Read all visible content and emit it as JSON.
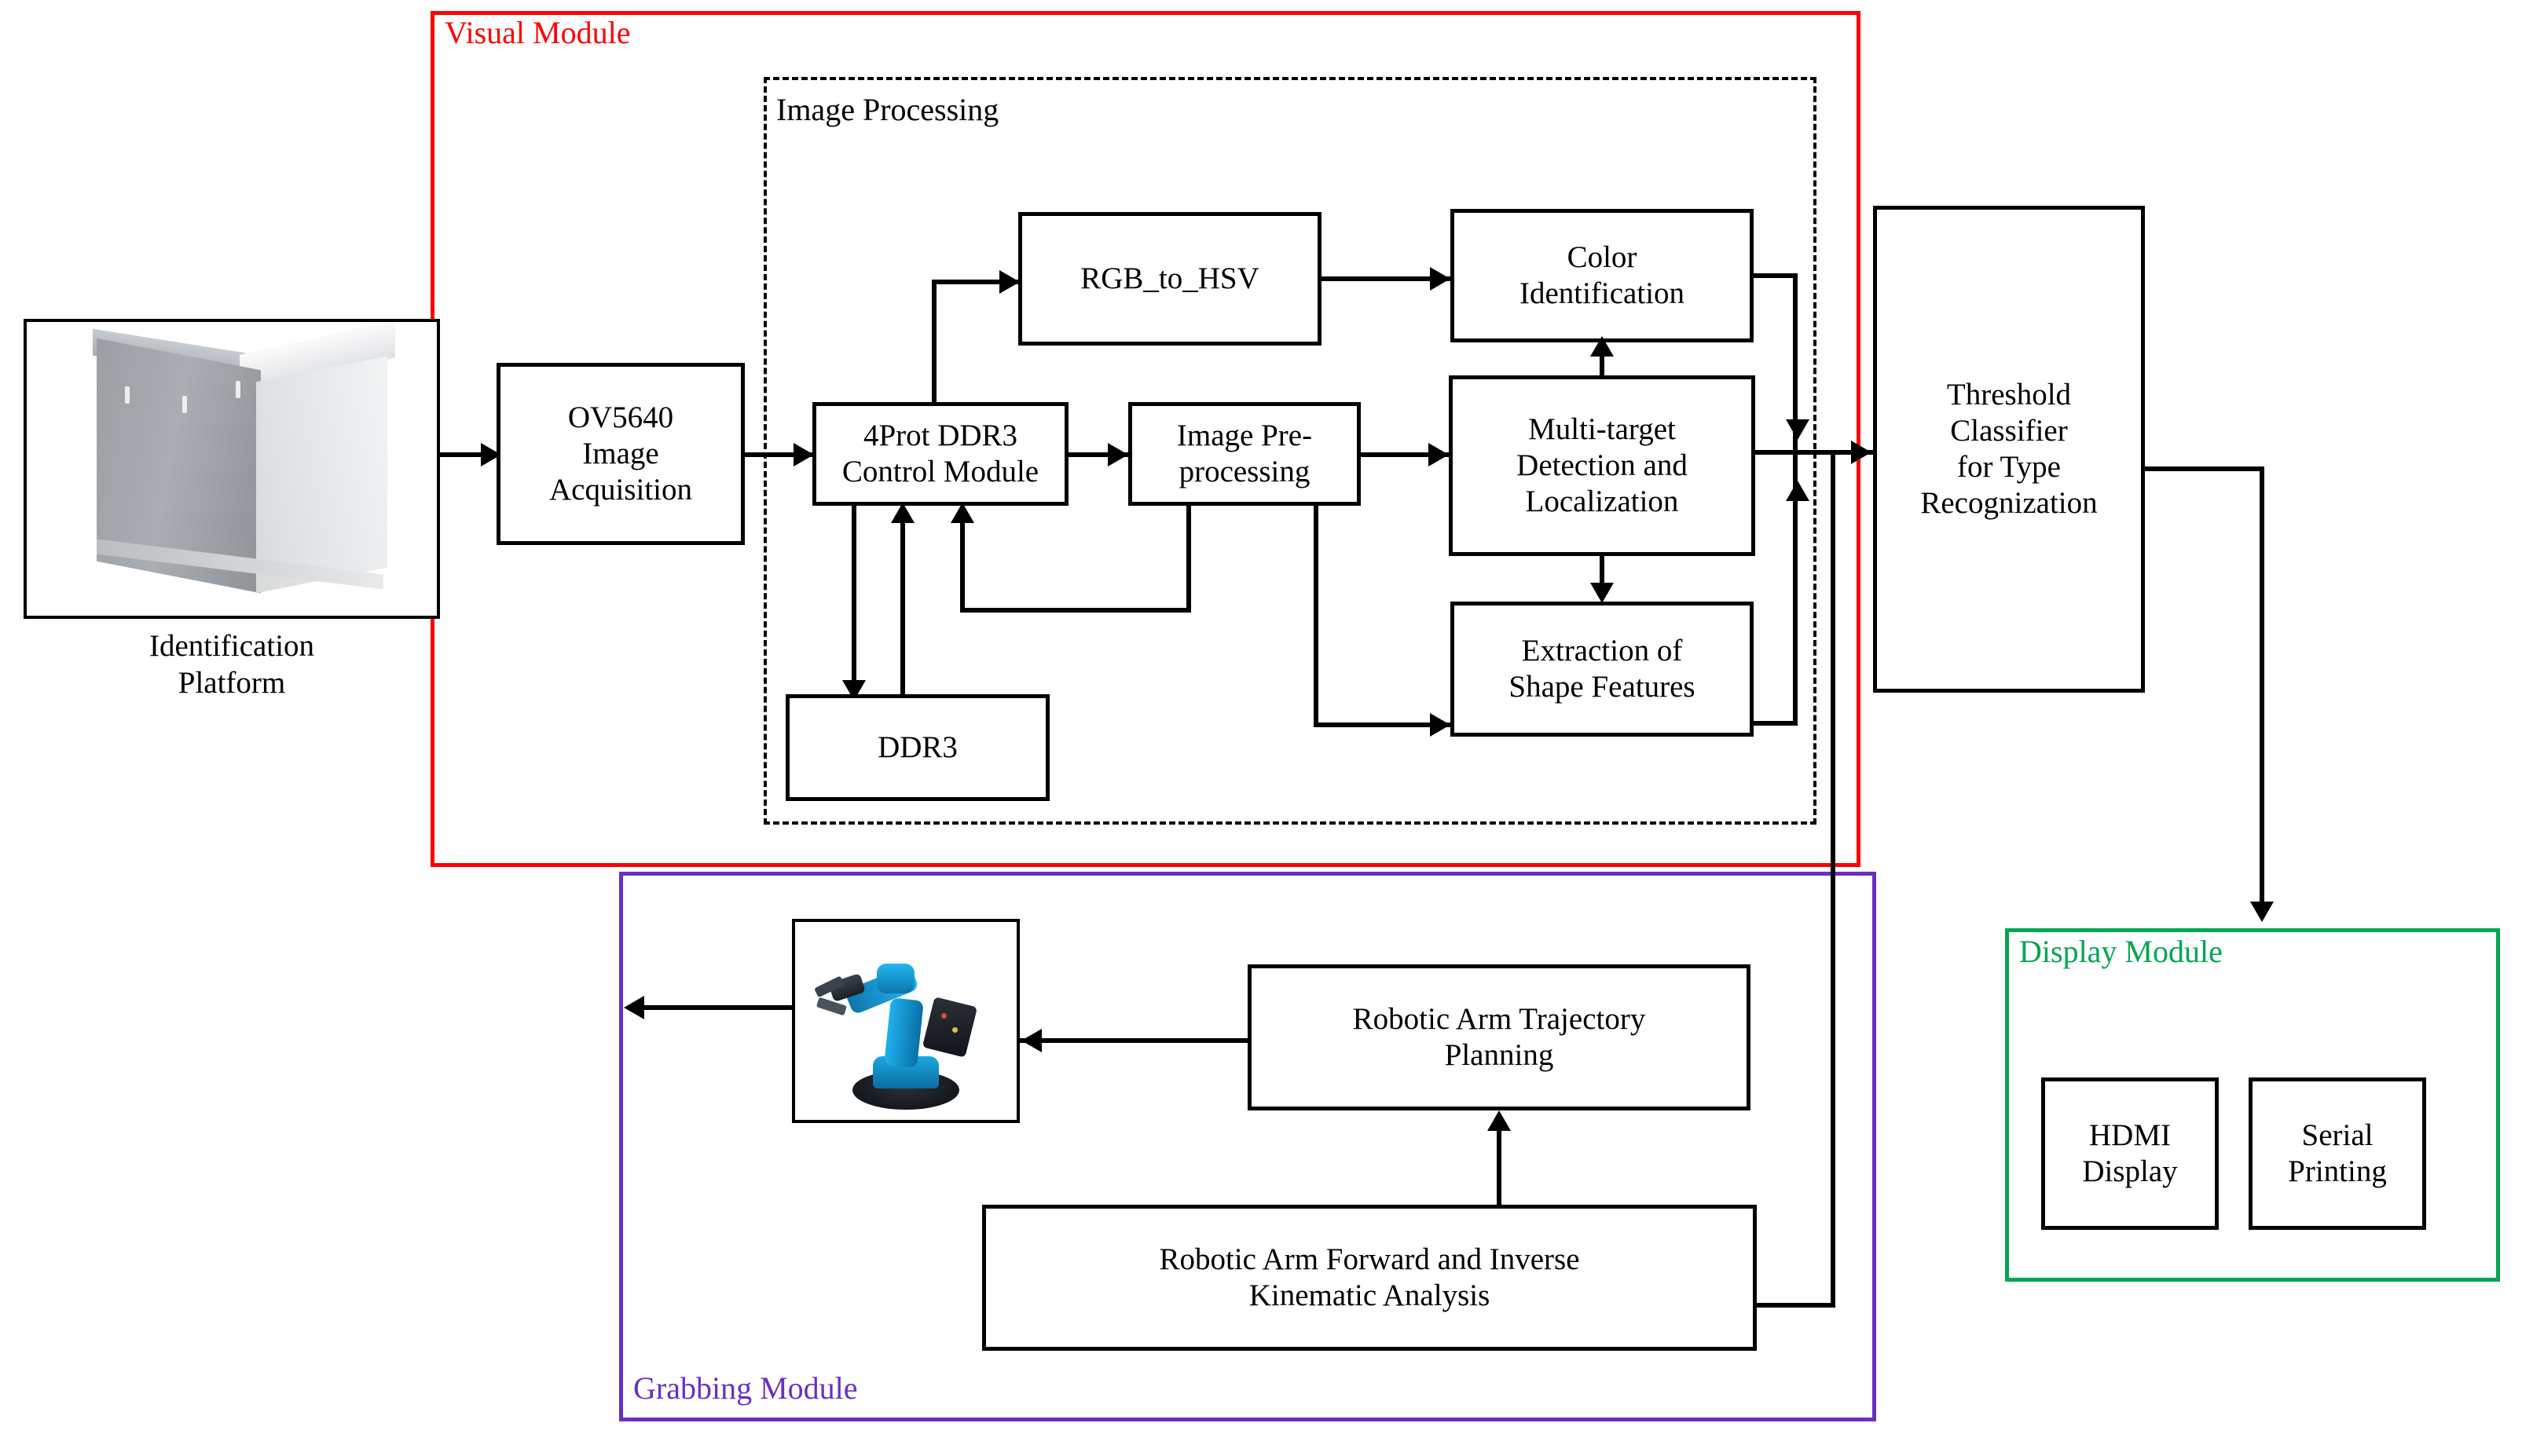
{
  "modules": {
    "visual": {
      "label": "Visual Module",
      "color": "#FF0000"
    },
    "grabbing": {
      "label": "Grabbing Module",
      "color": "#6A2FC2"
    },
    "display": {
      "label": "Display Module",
      "color": "#00A651"
    }
  },
  "groups": {
    "image_processing": {
      "label": "Image Processing"
    }
  },
  "pictures": {
    "platform": {
      "caption": "Identification\nPlatform",
      "alt": "identification-platform-enclosure-photo"
    },
    "robot_arm": {
      "caption": "",
      "alt": "blue-robotic-arm-photo"
    }
  },
  "blocks": {
    "ov5640": {
      "lines": [
        "OV5640",
        "Image",
        "Acquisition"
      ]
    },
    "ddr3_ctrl": {
      "lines": [
        "4Prot DDR3",
        "Control Module"
      ]
    },
    "ddr3": {
      "lines": [
        "DDR3"
      ]
    },
    "rgb_to_hsv": {
      "lines": [
        "RGB_to_HSV"
      ]
    },
    "image_pre": {
      "lines": [
        "Image Pre-",
        "processing"
      ]
    },
    "color_id": {
      "lines": [
        "Color",
        "Identification"
      ]
    },
    "multi_target": {
      "lines": [
        "Multi-target",
        "Detection and",
        "Localization"
      ]
    },
    "shape_feat": {
      "lines": [
        "Extraction of",
        "Shape Features"
      ]
    },
    "threshold": {
      "lines": [
        "Threshold",
        "Classifier",
        "for Type",
        "Recognization"
      ]
    },
    "traj_plan": {
      "lines": [
        "Robotic Arm Trajectory",
        "Planning"
      ]
    },
    "kinematics": {
      "lines": [
        "Robotic Arm Forward and Inverse",
        "Kinematic Analysis"
      ]
    },
    "hdmi": {
      "lines": [
        "HDMI",
        "Display"
      ]
    },
    "serial": {
      "lines": [
        "Serial",
        "Printing"
      ]
    }
  }
}
